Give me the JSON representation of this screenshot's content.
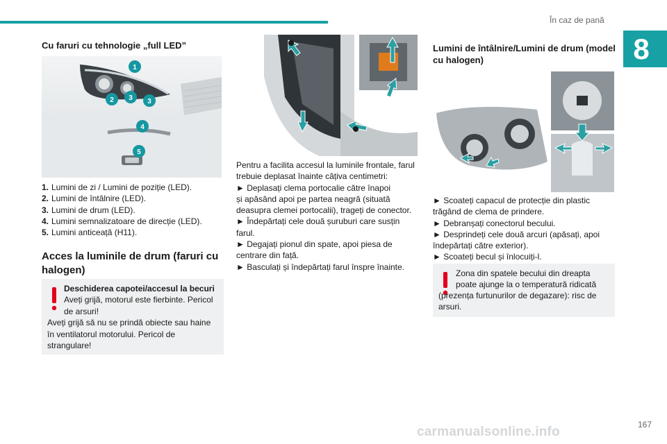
{
  "header": {
    "section_title": "În caz de pană",
    "chapter_number": "8"
  },
  "col1": {
    "heading": "Cu faruri cu tehnologie „full LED”",
    "image_badges": [
      "1",
      "2",
      "3",
      "3",
      "4",
      "5"
    ],
    "list": [
      {
        "num": "1.",
        "text": "Lumini de zi / Lumini de poziție (LED)."
      },
      {
        "num": "2.",
        "text": "Lumini de întâlnire (LED)."
      },
      {
        "num": "3.",
        "text": "Lumini de drum (LED)."
      },
      {
        "num": "4.",
        "text": "Lumini semnalizatoare de direcție (LED)."
      },
      {
        "num": "5.",
        "text": "Lumini anticeață (H11)."
      }
    ],
    "subheading": "Acces la luminile de drum (faruri cu halogen)",
    "warning": {
      "title": "Deschiderea capotei/accesul la becuri",
      "line1": "Aveți grijă, motorul este fierbinte. Pericol de arsuri!",
      "line2": "Aveți grijă să nu se prindă obiecte sau haine în ventilatorul motorului. Pericol de strangulare!"
    }
  },
  "col2": {
    "lines": [
      "Pentru a facilita accesul la luminile frontale, farul",
      "trebuie deplasat înainte câțiva centimetri:",
      "► Deplasați clema portocalie către înapoi",
      "și apăsând apoi pe partea neagră (situată",
      "deasupra clemei portocalii), trageți de conector.",
      "► Îndepărtați cele două șuruburi care susțin",
      "farul.",
      "► Degajați pionul din spate, apoi piesa de",
      "centrare din față.",
      "► Basculați și îndepărtați farul înspre înainte."
    ]
  },
  "col3": {
    "heading": "Lumini de întâlnire/Lumini de drum (model cu halogen)",
    "lines": [
      "► Scoateți capacul de protecție din plastic",
      "trăgând de clema de prindere.",
      "► Debranșați conectorul becului.",
      "► Desprindeți cele două arcuri (apăsați, apoi",
      "îndepărtați către exterior).",
      "► Scoateți becul și înlocuiți-l."
    ],
    "warning": {
      "line1": "Zona din spatele becului din dreapta",
      "line2": "poate ajunge la o temperatură ridicată",
      "line3": "(prezența furtunurilor de degazare): risc de",
      "line4": "arsuri."
    }
  },
  "footer": {
    "page_number": "167",
    "watermark": "carmanualsonline.info"
  },
  "colors": {
    "accent": "#17a1a4",
    "warning_red": "#e3001b",
    "box_bg": "#eff0f1",
    "badge": "#1597a1",
    "arrow": "#2aa0a3"
  }
}
